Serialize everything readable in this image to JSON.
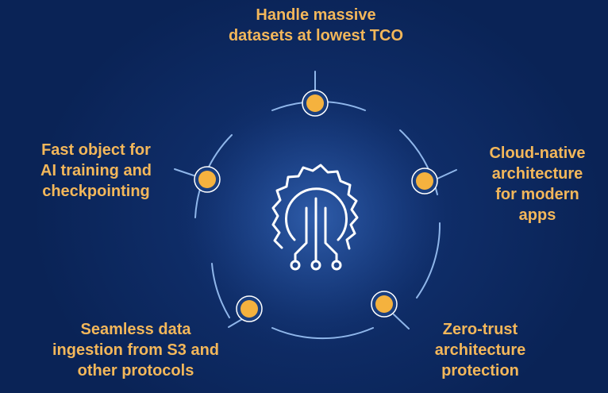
{
  "diagram": {
    "center_icon": "gear-circuit-icon",
    "colors": {
      "background": "#0f2d68",
      "label": "#f3b75a",
      "node_fill": "#f5b23e",
      "node_ring": "#ffffff",
      "arc": "#8fb6ea",
      "icon": "#ffffff"
    },
    "nodes": [
      {
        "id": "top",
        "label": "Handle massive\ndatasets at lowest TCO"
      },
      {
        "id": "right",
        "label": "Cloud-native\narchitecture\nfor modern\napps"
      },
      {
        "id": "bottom-right",
        "label": "Zero-trust\narchitecture\nprotection"
      },
      {
        "id": "bottom-left",
        "label": "Seamless data\ningestion from S3 and\nother protocols"
      },
      {
        "id": "left",
        "label": "Fast object for\nAI training and\ncheckpointing"
      }
    ]
  }
}
